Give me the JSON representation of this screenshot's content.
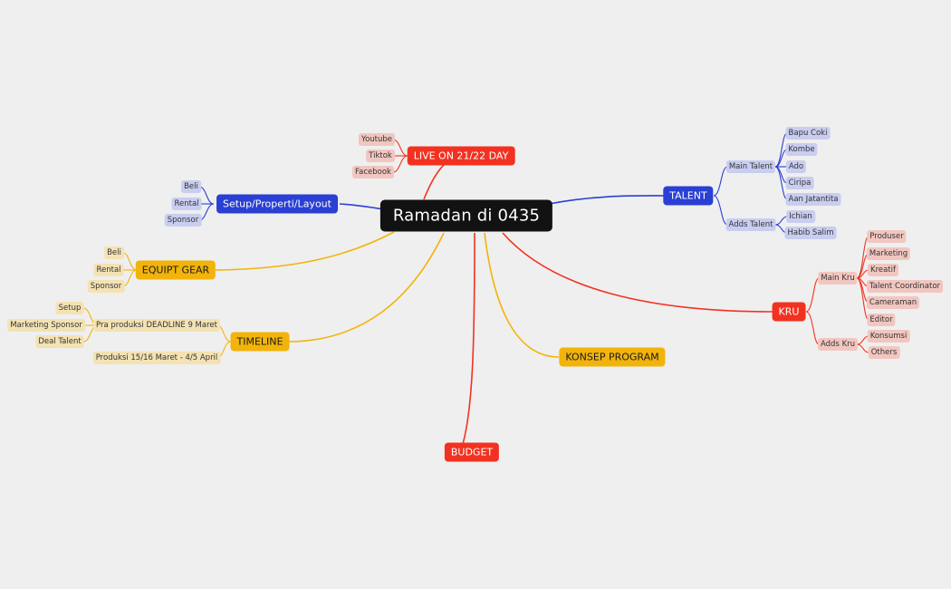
{
  "colors": {
    "background": "#efefef",
    "root": "#121212",
    "red": "#f23220",
    "blue": "#2a3fd4",
    "yellow": "#f2b40a",
    "red_light": "#f2c6c0",
    "blue_light": "#c9cdf0",
    "yellow_light": "#f4e2b3"
  },
  "root": {
    "label": "Ramadan di 0435"
  },
  "live": {
    "label": "LIVE ON 21/22 DAY",
    "children": [
      "Youtube",
      "Tiktok",
      "Facebook"
    ]
  },
  "setup": {
    "label": "Setup/Properti/Layout",
    "children": [
      "Beli",
      "Rental",
      "Sponsor"
    ]
  },
  "equipt": {
    "label": "EQUIPT GEAR",
    "children": [
      "Beli",
      "Rental",
      "Sponsor"
    ]
  },
  "timeline": {
    "label": "TIMELINE",
    "pra": {
      "label": "Pra produksi DEADLINE 9 Maret",
      "children": [
        "Setup",
        "Marketing Sponsor",
        "Deal Talent"
      ]
    },
    "produksi": {
      "label": "Produksi 15/16 Maret - 4/5 April"
    }
  },
  "budget": {
    "label": "BUDGET"
  },
  "konsep": {
    "label": "KONSEP PROGRAM"
  },
  "talent": {
    "label": "TALENT",
    "main": {
      "label": "Main Talent",
      "children": [
        "Bapu Coki",
        "Kombe",
        "Ado",
        "Ciripa",
        "Aan Jatantita"
      ]
    },
    "adds": {
      "label": "Adds Talent",
      "children": [
        "Ichian",
        "Habib Salim"
      ]
    }
  },
  "kru": {
    "label": "KRU",
    "main": {
      "label": "Main Kru",
      "children": [
        "Produser",
        "Marketing",
        "Kreatif",
        "Talent Coordinator",
        "Cameraman",
        "Editor"
      ]
    },
    "adds": {
      "label": "Adds Kru",
      "children": [
        "Konsumsi",
        "Others"
      ]
    }
  }
}
